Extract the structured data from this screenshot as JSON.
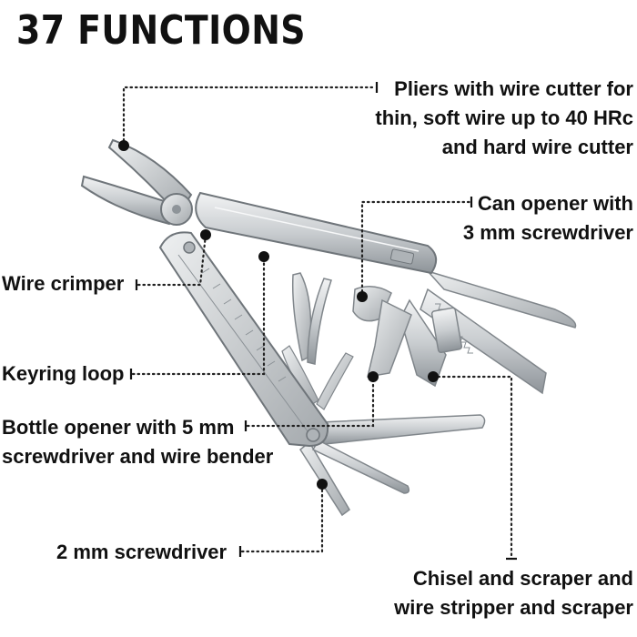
{
  "title": "37 FUNCTIONS",
  "callouts": {
    "pliers": [
      "Pliers with wire cutter for",
      "thin, soft wire up to 40 HRc",
      "and hard wire cutter"
    ],
    "can_opener": [
      "Can opener with",
      "3 mm screwdriver"
    ],
    "wire_crimper": [
      "Wire crimper"
    ],
    "keyring_loop": [
      "Keyring loop"
    ],
    "bottle_opener": [
      "Bottle opener with 5 mm",
      "screwdriver and wire bender"
    ],
    "screwdriver_2mm": [
      "2 mm screwdriver"
    ],
    "chisel": [
      "Chisel and scraper and",
      "wire stripper and scraper"
    ]
  },
  "colors": {
    "text": "#111111",
    "leader": "#222222",
    "steel_light": "#e4e6e8",
    "steel_mid": "#b9bdc1",
    "steel_dark": "#7d8388"
  }
}
